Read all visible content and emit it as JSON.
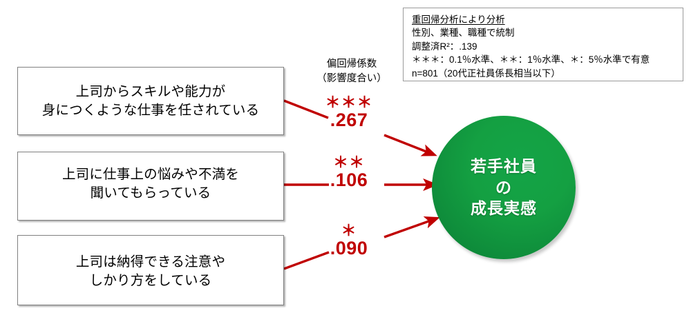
{
  "diagram": {
    "title_text": "",
    "accent_red": "#C00000",
    "accent_green": "#14A042",
    "box_border": "#808080"
  },
  "factors": [
    {
      "id": "factor-1",
      "line1": "上司からスキルや能力が",
      "line2": "身につくような仕事を任されている"
    },
    {
      "id": "factor-2",
      "line1": "上司に仕事上の悩みや不満を",
      "line2": "聞いてもらっている"
    },
    {
      "id": "factor-3",
      "line1": "上司は納得できる注意や",
      "line2": "しかり方をしている"
    }
  ],
  "coefficient_header": {
    "line1": "偏回帰係数",
    "line2": "（影響度合い）"
  },
  "coefficients": [
    {
      "id": "coef-1",
      "stars": "＊＊＊",
      "value": ".267"
    },
    {
      "id": "coef-2",
      "stars": "＊＊",
      "value": ".106"
    },
    {
      "id": "coef-3",
      "stars": "＊",
      "value": ".090"
    }
  ],
  "outcome": {
    "line1": "若手社員",
    "line2": "の",
    "line3": "成長実感"
  },
  "notes": {
    "line1": "重回帰分析により分析",
    "line2": "性別、業種、職種で統制",
    "line3": "調整済R²：.139",
    "line4": "＊＊＊：0.1％水準、＊＊：1％水準、＊：5％水準で有意",
    "line5": "n=801（20代正社員係長相当以下）"
  },
  "chart_data": {
    "type": "diagram",
    "model": "multiple regression path diagram",
    "dependent_variable": "若手社員の成長実感",
    "predictors": [
      {
        "label": "上司からスキルや能力が身につくような仕事を任されている",
        "beta": 0.267,
        "stars": "***",
        "significance": "0.1%水準"
      },
      {
        "label": "上司に仕事上の悩みや不満を聞いてもらっている",
        "beta": 0.106,
        "stars": "**",
        "significance": "1%水準"
      },
      {
        "label": "上司は納得できる注意やしかり方をしている",
        "beta": 0.09,
        "stars": "*",
        "significance": "5%水準"
      }
    ],
    "adjusted_r_squared": 0.139,
    "n": 801,
    "controls": [
      "性別",
      "業種",
      "職種"
    ]
  }
}
